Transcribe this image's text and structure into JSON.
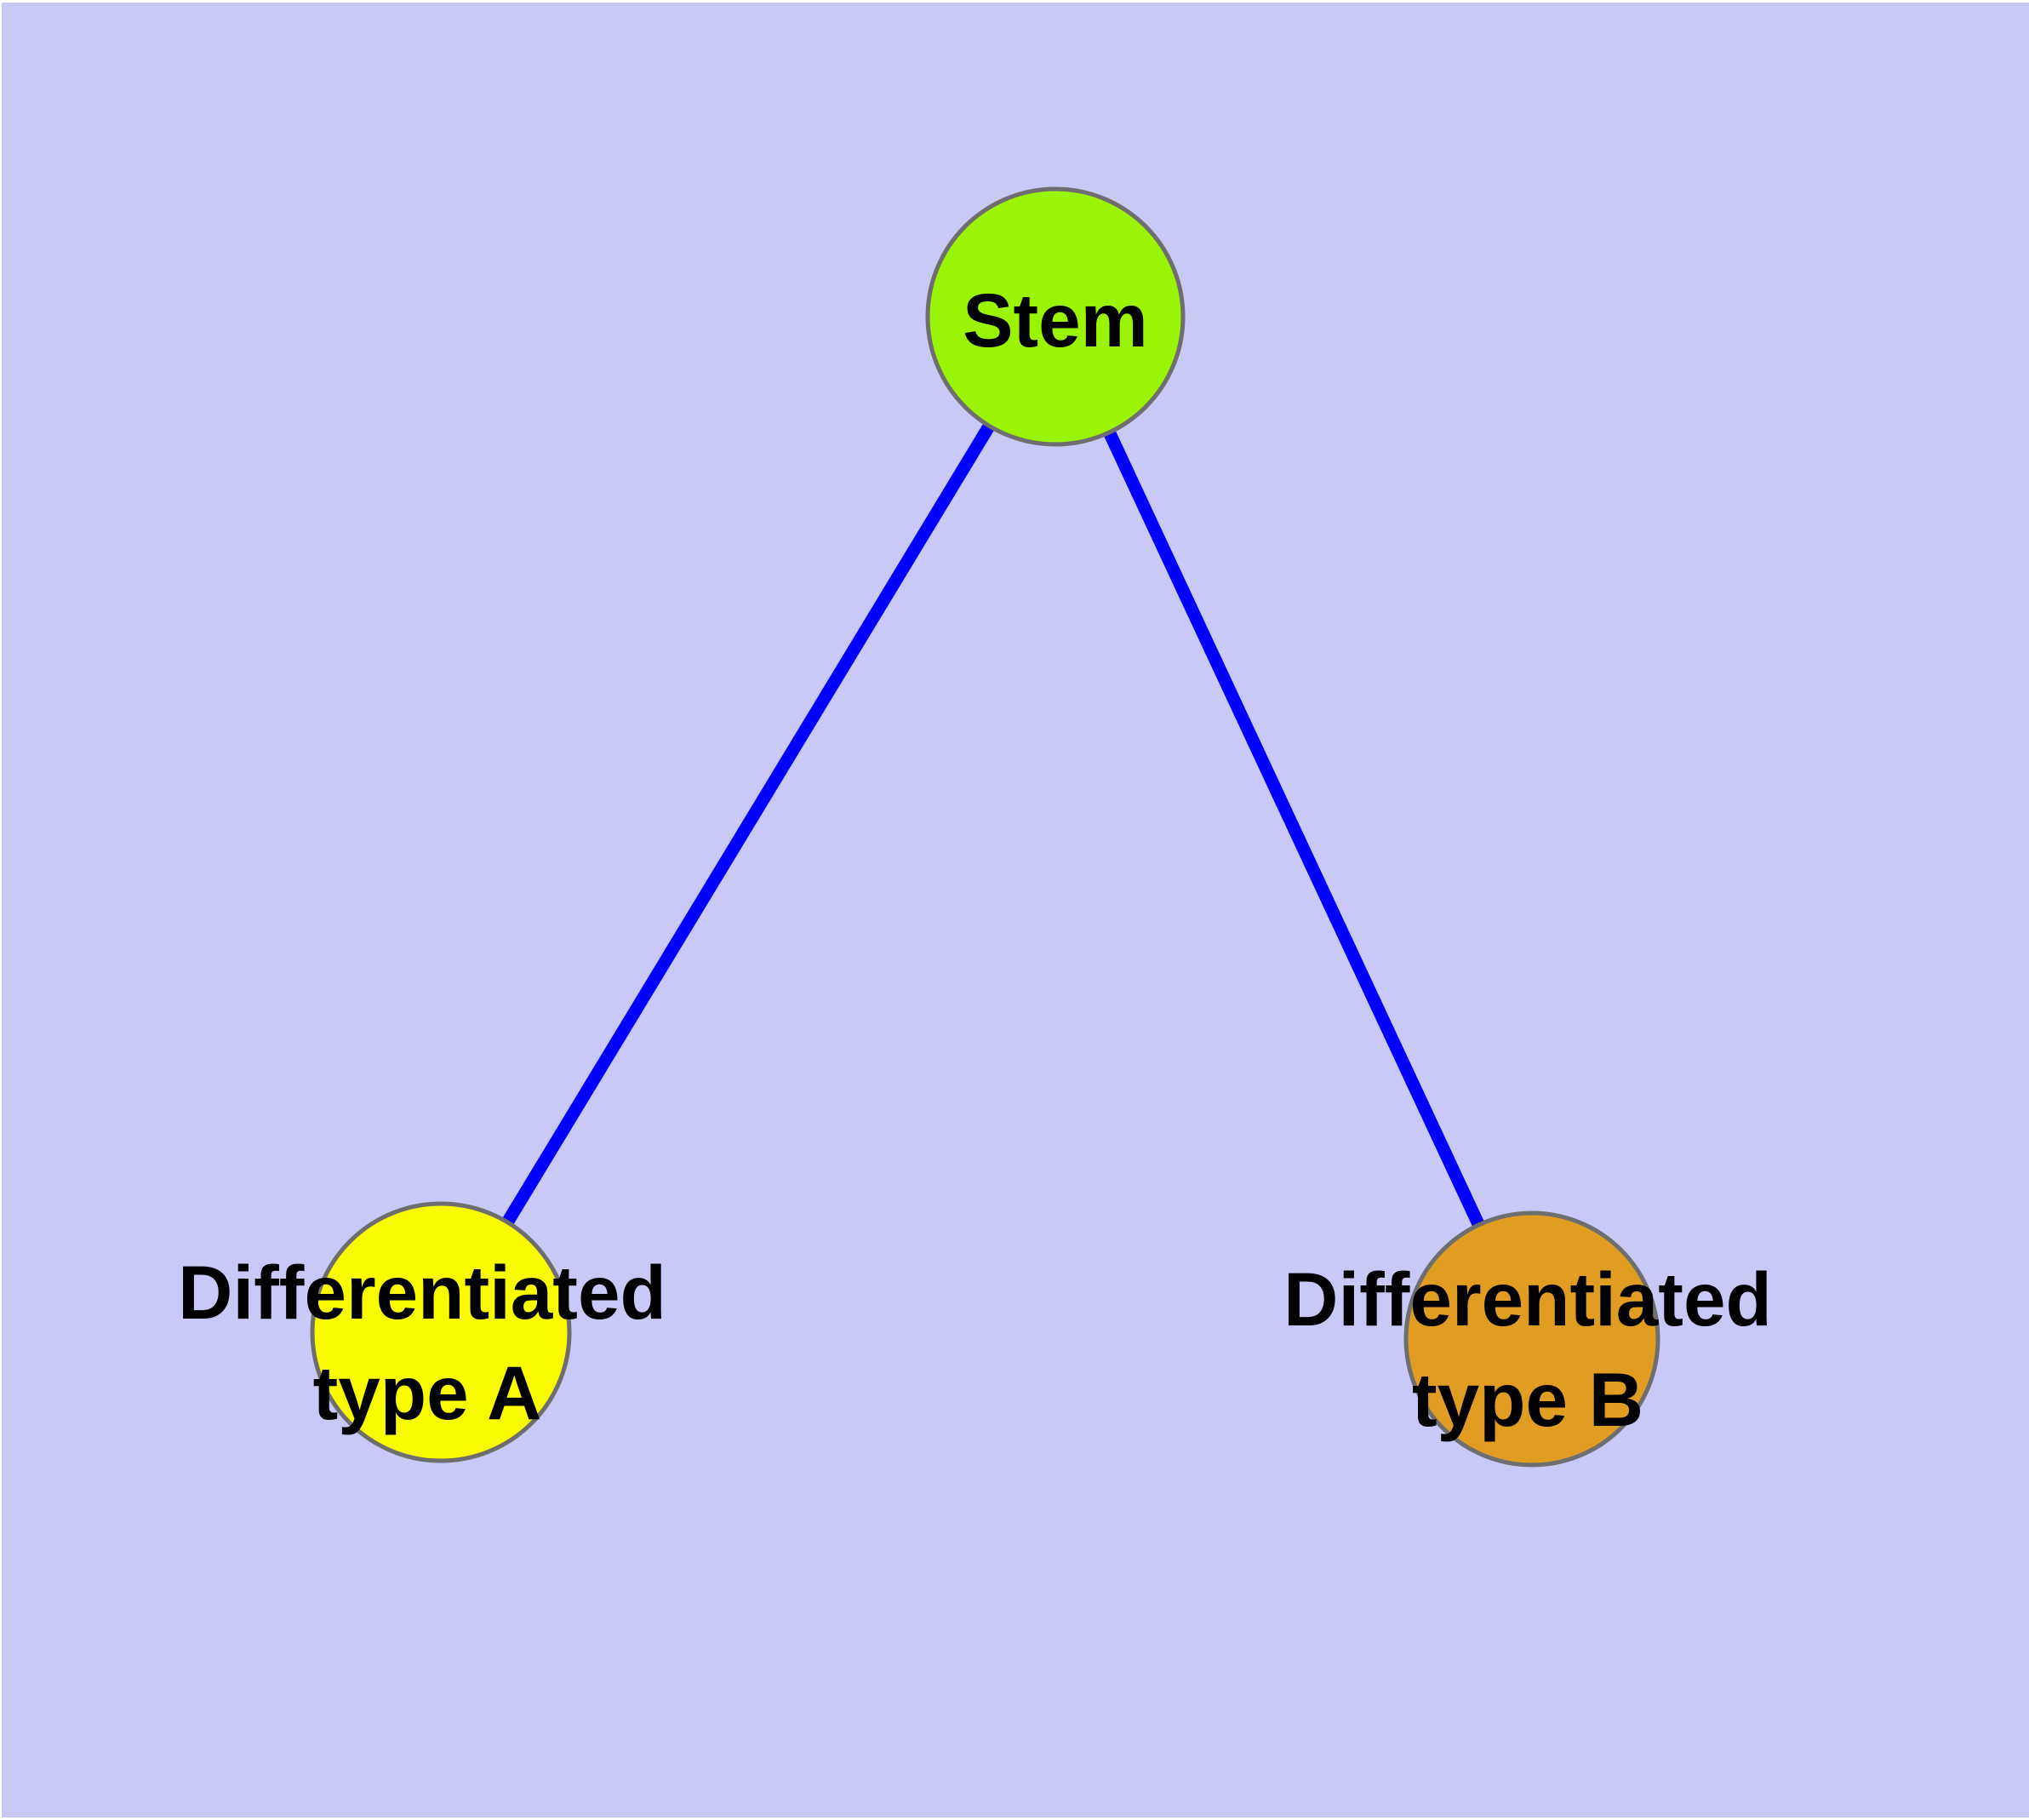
{
  "diagram": {
    "type": "node-link-graph",
    "title": "",
    "page_margin_color": "#ffffff",
    "background_color": "#c9c9f7",
    "edge_color": "#0000ff",
    "edge_width": 15,
    "node_border_color": "#6e6e6e",
    "node_border_width": 5,
    "label_color": "#000000",
    "nodes": [
      {
        "id": "stem",
        "shape": "circle",
        "fill": "#9cf405",
        "label": "Stem",
        "line1": "Stem",
        "line2": ""
      },
      {
        "id": "differentiated-type-a",
        "shape": "circle",
        "fill": "#fbfb00",
        "label": "Differentiated type A",
        "line1": "Differentiated",
        "line2": "type A"
      },
      {
        "id": "differentiated-type-b",
        "shape": "circle",
        "fill": "#e19d21",
        "label": "Differentiated type B",
        "line1": "Differentiated",
        "line2": "type B"
      }
    ],
    "edges": [
      {
        "from": "Stem",
        "to": "Differentiated type A"
      },
      {
        "from": "Stem",
        "to": "Differentiated type B"
      }
    ]
  }
}
